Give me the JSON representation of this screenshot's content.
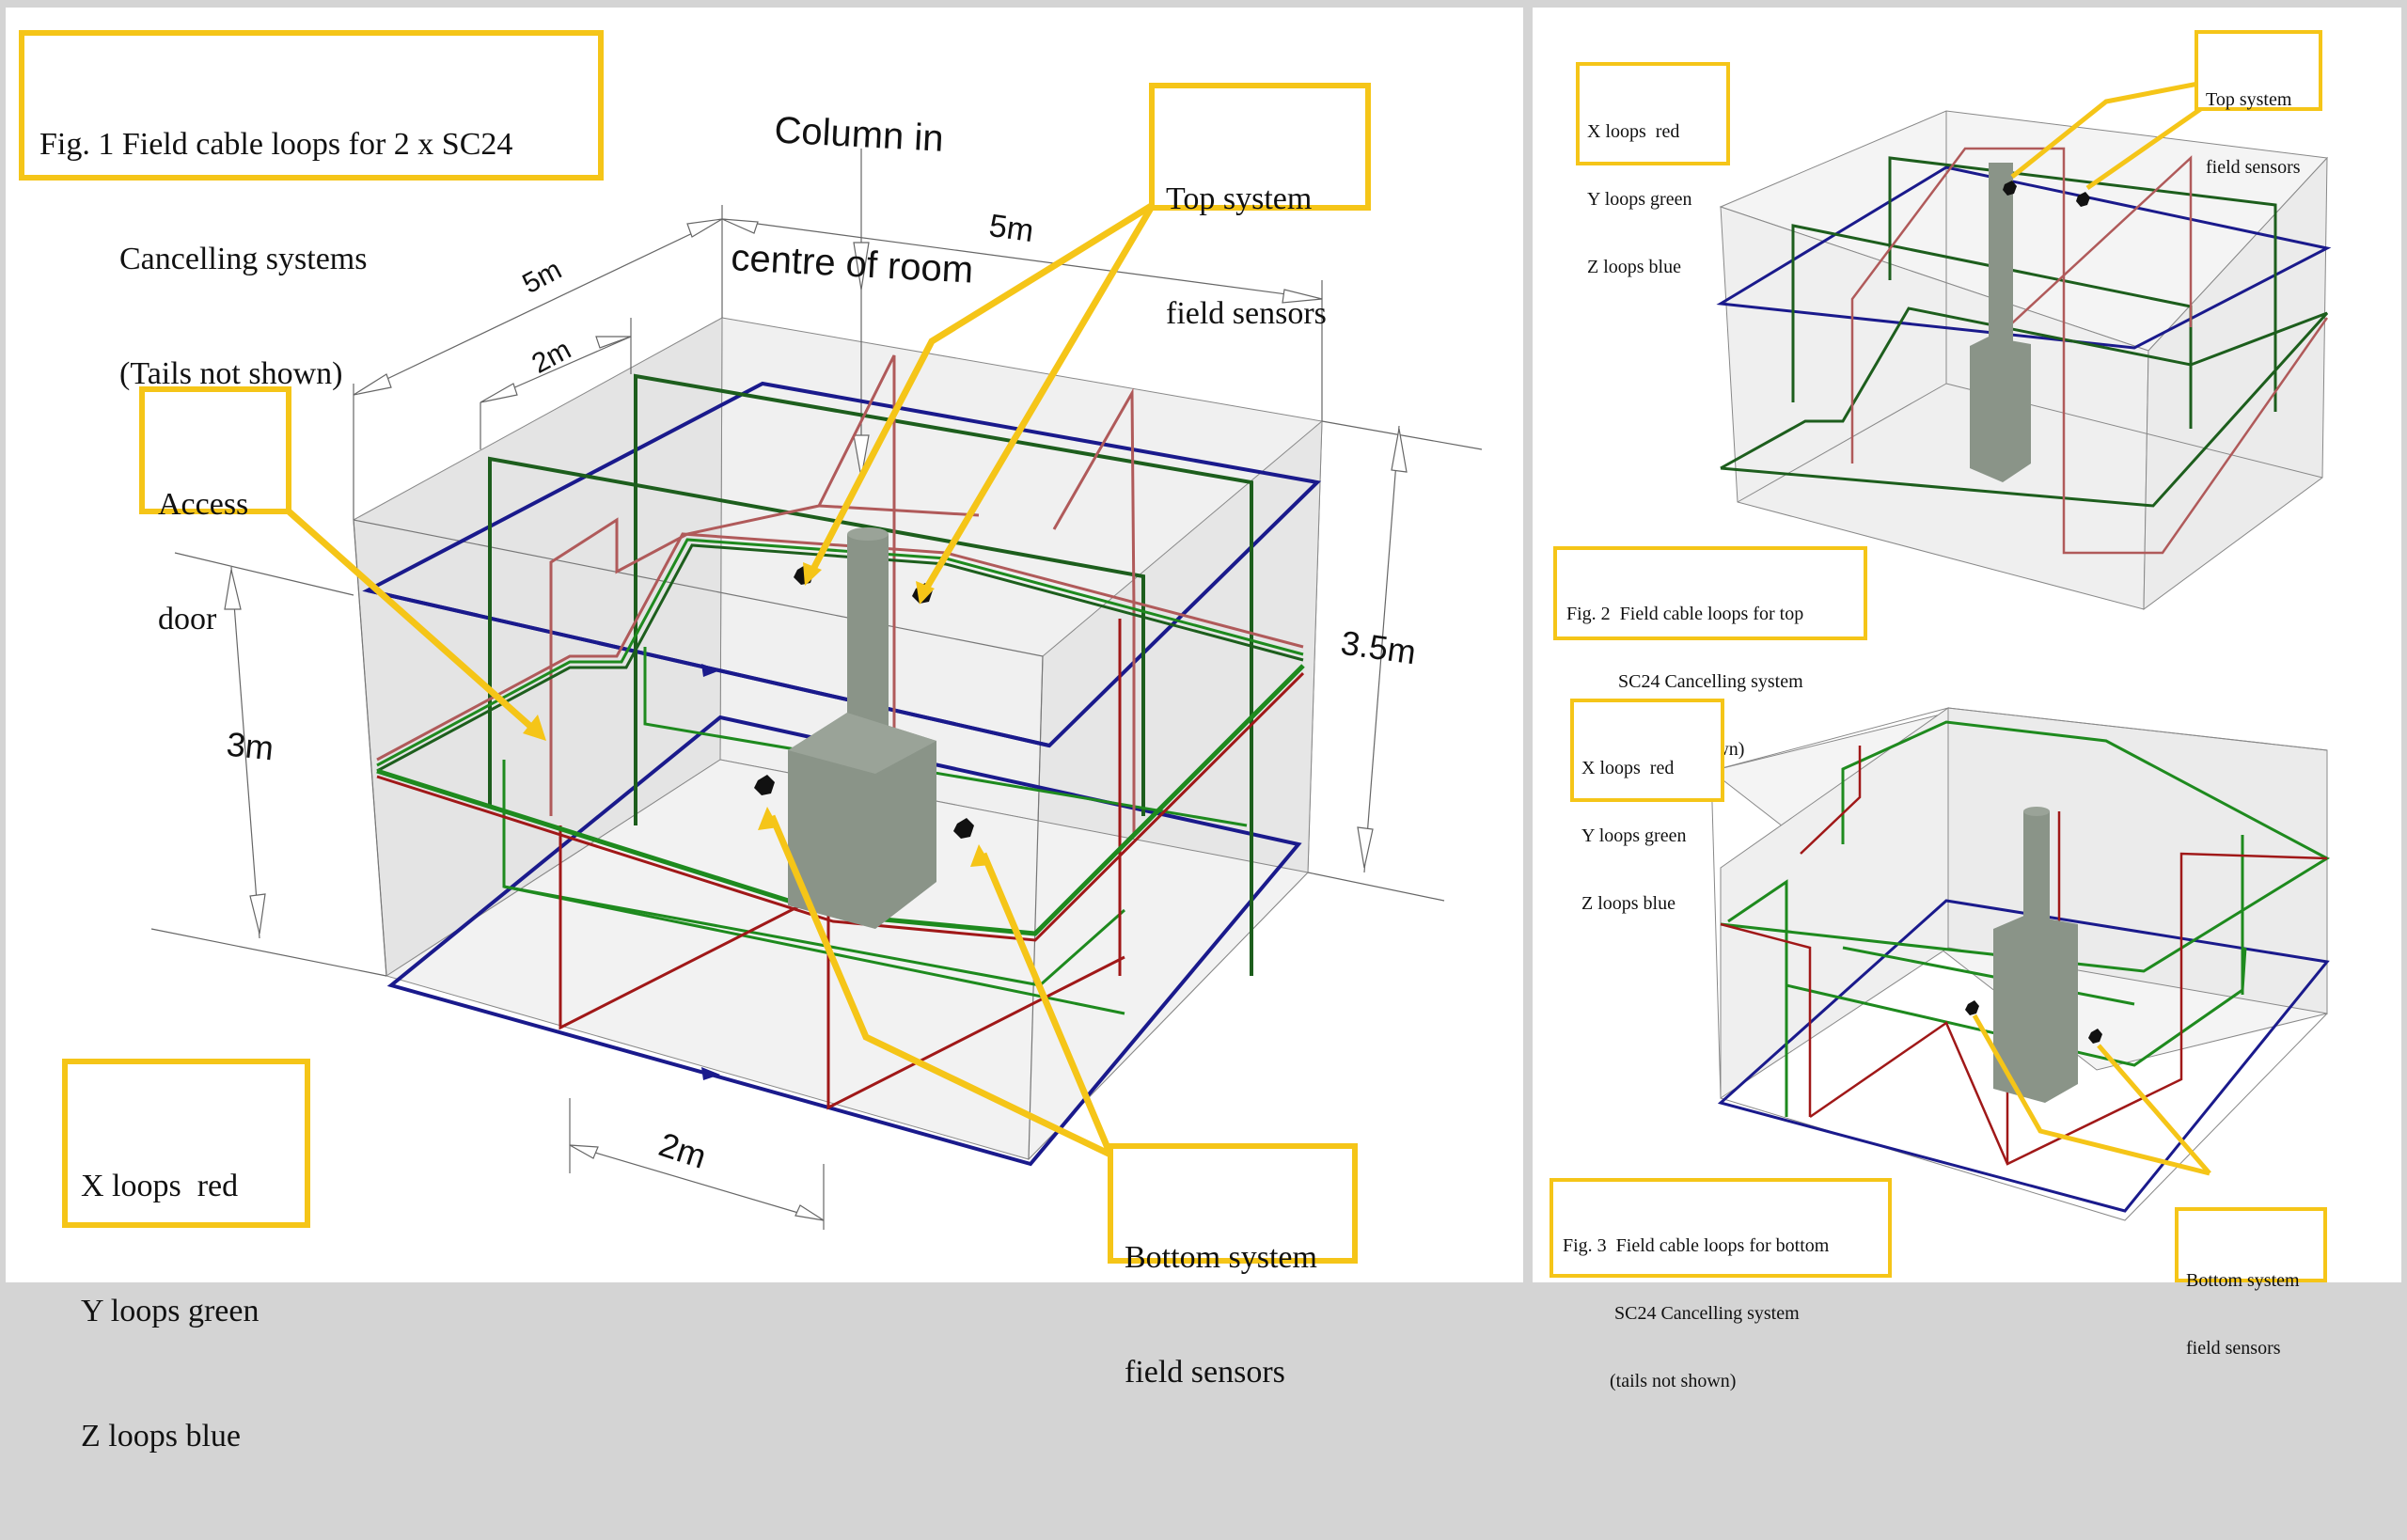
{
  "fig1": {
    "title_lines": [
      "Fig. 1 Field cable loops for 2 x SC24",
      "          Cancelling systems",
      "          (Tails not shown)"
    ],
    "column_label_lines": [
      "Column in",
      "centre of room"
    ],
    "top_sensors_lines": [
      "Top system",
      "field sensors"
    ],
    "bottom_sensors_lines": [
      "Bottom system",
      "field sensors"
    ],
    "access_door_lines": [
      "Access",
      "door"
    ],
    "legend_lines": [
      "X loops  red",
      "Y loops green",
      "Z loops blue"
    ],
    "dimensions": {
      "width_top": "5m",
      "depth": "5m",
      "door_offset": "2m",
      "height_total": "3.5m",
      "height_lower": "3m",
      "bottom_spacing": "2m"
    }
  },
  "fig2": {
    "legend_lines": [
      "X loops  red",
      "Y loops green",
      "Z loops blue"
    ],
    "sensors_lines": [
      "Top system",
      "field sensors"
    ],
    "caption_lines": [
      "Fig. 2  Field cable loops for top",
      "           SC24 Cancelling system",
      "           (tails not shown)"
    ]
  },
  "fig3": {
    "legend_lines": [
      "X loops  red",
      "Y loops green",
      "Z loops blue"
    ],
    "sensors_lines": [
      "Bottom system",
      "field sensors"
    ],
    "caption_lines": [
      "Fig. 3  Field cable loops for bottom",
      "           SC24 Cancelling system",
      "          (tails not shown)"
    ]
  },
  "colors": {
    "x_loops": "#a01818",
    "x_loops_light": "#b05a5a",
    "y_loops": "#1e8a1e",
    "y_loops_dark": "#1d5e1d",
    "z_loops": "#1a1a8c",
    "callout": "#f5c518",
    "column": "#8a9488"
  }
}
